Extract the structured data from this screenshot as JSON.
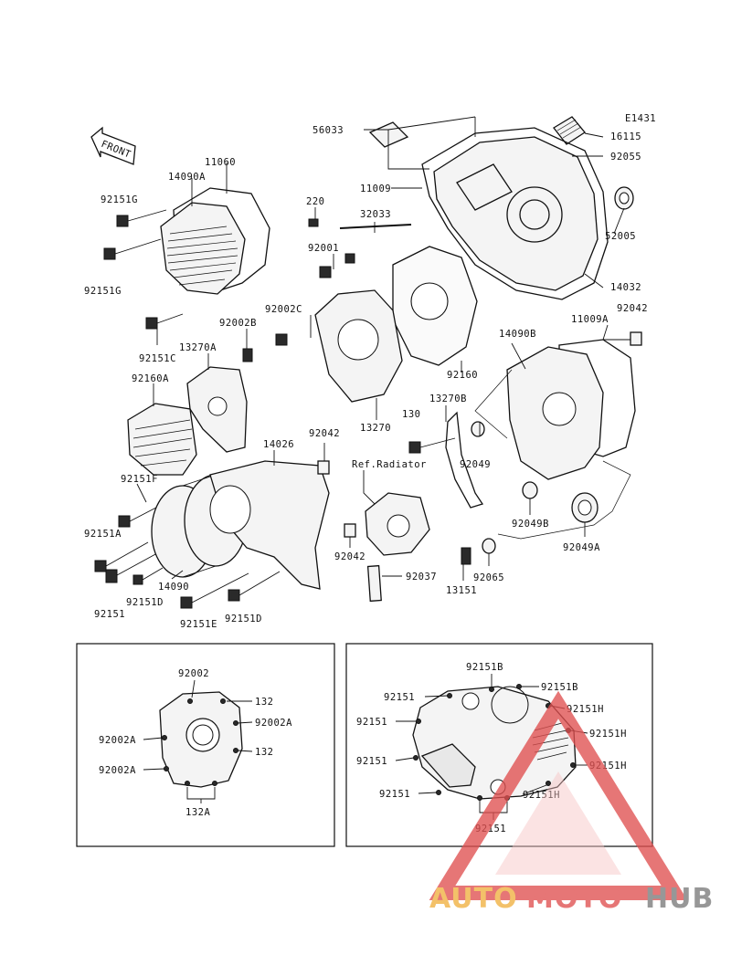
{
  "diagram_code": "E1431",
  "front_arrow": "FRONT",
  "parts": {
    "p56033": "56033",
    "p16115": "16115",
    "p92055": "92055",
    "p11060": "11060",
    "p14090A": "14090A",
    "p92151G_top": "92151G",
    "p92151G_bot": "92151G",
    "p220": "220",
    "p32033": "32033",
    "p92001": "92001",
    "p11009": "11009",
    "p52005": "52005",
    "p14032": "14032",
    "p92151C": "92151C",
    "p92002B": "92002B",
    "p92002C": "92002C",
    "p13270A": "13270A",
    "p92160A": "92160A",
    "p92160": "92160",
    "p13270": "13270",
    "p11009A": "11009A",
    "p92042_top": "92042",
    "p14090B": "14090B",
    "p13270B": "13270B",
    "p130": "130",
    "p92049": "92049",
    "p92042_mid": "92042",
    "p14026": "14026",
    "p92151F": "92151F",
    "p92049B": "92049B",
    "p92049A": "92049A",
    "p_ref_radiator": "Ref.Radiator",
    "p92151A": "92151A",
    "p92042_low": "92042",
    "p92037": "92037",
    "p92065": "92065",
    "p13151": "13151",
    "p14090": "14090",
    "p92151D_a": "92151D",
    "p92151": "92151",
    "p92151E": "92151E",
    "p92151D_b": "92151D"
  },
  "inset_left": {
    "p92002": "92002",
    "p132_a": "132",
    "p92002A_r": "92002A",
    "p132_b": "132",
    "p92002A_l1": "92002A",
    "p92002A_l2": "92002A",
    "p132A": "132A"
  },
  "inset_right": {
    "p92151B_a": "92151B",
    "p92151B_b": "92151B",
    "p92151_1": "92151",
    "p92151H_1": "92151H",
    "p92151_2": "92151",
    "p92151H_2": "92151H",
    "p92151_3": "92151",
    "p92151H_3": "92151H",
    "p92151_4": "92151",
    "p92151H_4": "92151H",
    "p92151_5": "92151"
  },
  "watermark": {
    "auto": "AUTO",
    "moto": "MOTO",
    "hub": "HUB",
    "triangle_color": "#e05050",
    "auto_color": "#f0b040",
    "hub_color": "#7a7a7a"
  }
}
